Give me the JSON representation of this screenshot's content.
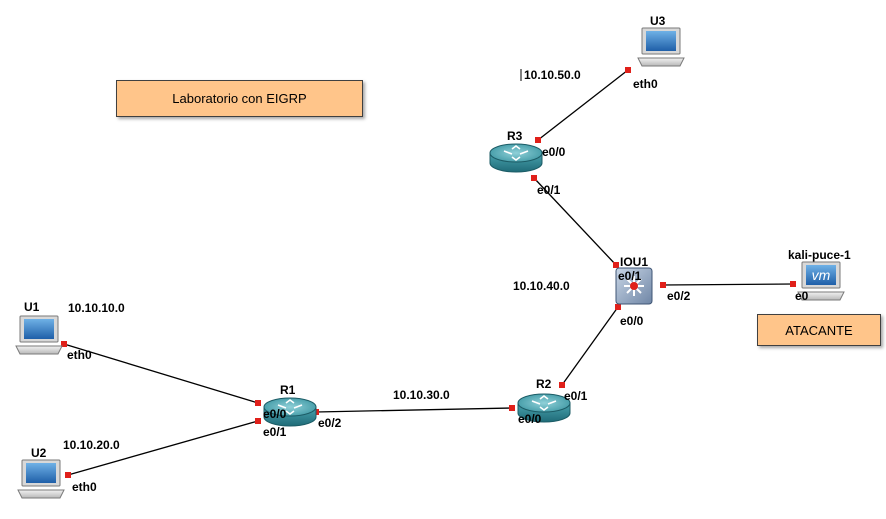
{
  "notes": {
    "lab_title": "Laboratorio con EIGRP",
    "attacker": "ATACANTE"
  },
  "devices": {
    "u1": "U1",
    "u2": "U2",
    "u3": "U3",
    "r1": "R1",
    "r2": "R2",
    "r3": "R3",
    "iou1": "IOU1",
    "kali": "kali-puce-1",
    "kali_icon_text": "vm"
  },
  "networks": {
    "net_10": "10.10.10.0",
    "net_20": "10.10.20.0",
    "net_30": "10.10.30.0",
    "net_40": "10.10.40.0",
    "net_50": "10.10.50.0"
  },
  "interfaces": {
    "u1_eth0": "eth0",
    "u2_eth0": "eth0",
    "u3_eth0": "eth0",
    "r1_e00": "e0/0",
    "r1_e01": "e0/1",
    "r1_e02": "e0/2",
    "r2_e00": "e0/0",
    "r2_e01": "e0/1",
    "r3_e00": "e0/0",
    "r3_e01": "e0/1",
    "iou1_e01": "e0/1",
    "iou1_e00": "e0/0",
    "iou1_e02": "e0/2",
    "kali_e0": "e0"
  },
  "colors": {
    "link": "#000000",
    "port": "#e0201a",
    "router": "#3a8f9c",
    "note_fill": "#ffc58a"
  }
}
